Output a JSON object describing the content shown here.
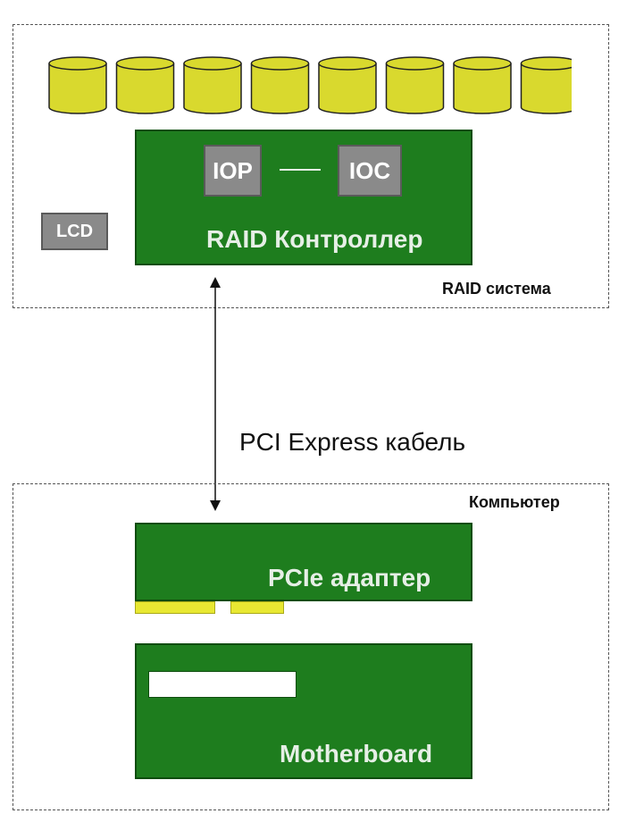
{
  "raid_system": {
    "label": "RAID система",
    "disk_count": 8,
    "controller": {
      "label": "RAID Контроллер",
      "iop_label": "IOP",
      "ioc_label": "IOC"
    },
    "lcd_label": "LCD"
  },
  "cable_label": "PCI Express кабель",
  "computer": {
    "label": "Компьютер",
    "adapter_label": "PCIe адаптер",
    "motherboard_label": "Motherboard"
  },
  "colors": {
    "board_green": "#1e7d1e",
    "disk_yellow": "#d9d92e",
    "chip_gray": "#8a8a8a"
  }
}
